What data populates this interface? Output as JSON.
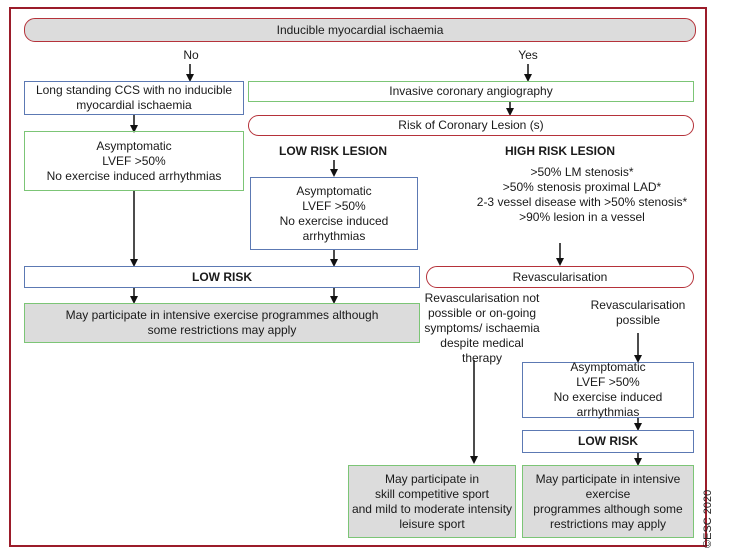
{
  "nodes": {
    "inducible": "Inducible myocardial ischaemia",
    "no_label": "No",
    "yes_label": "Yes",
    "long_standing": "Long  standing CCS with no inducible\nmyocardial ischaemia",
    "invasive": "Invasive coronary angiography",
    "risk_lesion": "Risk of Coronary Lesion (s)",
    "asym_left": "Asymptomatic\nLVEF >50%\nNo exercise induced arrhythmias",
    "low_risk_lesion": "LOW RISK LESION",
    "asym_mid": "Asymptomatic\nLVEF >50%\nNo exercise induced\narrhythmias",
    "high_risk_title": "HIGH RISK LESION",
    "high_risk_items": ">50% LM stenosis*\n>50% stenosis proximal LAD*\n2-3 vessel disease with >50% stenosis*\n>90% lesion in a vessel",
    "low_risk_main": "LOW RISK",
    "revascularisation": "Revascularisation",
    "may_intensive_left": "May participate in intensive exercise programmes although\nsome restrictions may apply",
    "revasc_not_possible": "Revascularisation not\npossible or on-going\nsymptoms/ ischaemia\ndespite medical therapy",
    "revasc_possible": "Revascularisation\npossible",
    "asym_right": "Asymptomatic\nLVEF >50%\nNo exercise induced arrhythmias",
    "low_risk_right": "LOW RISK",
    "skill_competitive": "May participate in\nskill competitive sport\nand mild to moderate intensity\nleisure sport",
    "may_intensive_right": "May participate in intensive\nexercise\nprogrammes although some\nrestrictions may apply"
  },
  "copyright": "©ESC 2020",
  "colors": {
    "frame": "#9b1c2a",
    "red_border": "#b5323a",
    "green_border": "#7cc576",
    "blue_border": "#5c79b3",
    "grey_fill": "#dcdcdc"
  }
}
